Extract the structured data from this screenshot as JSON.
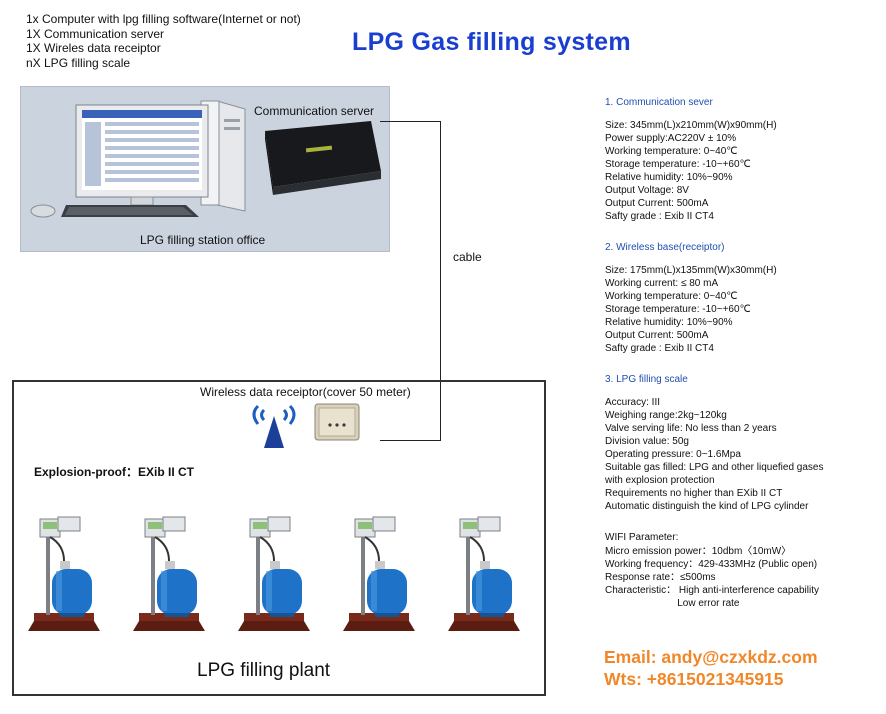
{
  "intro": {
    "lines": [
      "1x Computer with lpg filling software(Internet or not)",
      "1X Communication server",
      "1X Wireles data receiptor",
      "nX LPG filling scale"
    ]
  },
  "title": "LPG Gas filling system",
  "office": {
    "server_label": "Communication server",
    "office_label": "LPG filling station office"
  },
  "cable_label": "cable",
  "plant": {
    "receiver_label": "Wireless data receiptor(cover 50 meter)",
    "explosion_label": "Explosion-proof：EXib II CT",
    "plant_label": "LPG filling plant",
    "scale_count": 5
  },
  "specs": {
    "server": {
      "heading": "1. Communication sever",
      "lines": [
        "Size: 345mm(L)x210mm(W)x90mm(H)",
        "Power supply:AC220V ± 10%",
        "Working temperature: 0~40℃",
        "Storage temperature: -10~+60℃",
        "Relative humidity: 10%~90%",
        "Output Voltage: 8V",
        "Output Current: 500mA",
        "Safty grade : Exib II CT4"
      ]
    },
    "wireless": {
      "heading": "2. Wireless base(receiptor)",
      "lines": [
        "Size:  175mm(L)x135mm(W)x30mm(H)",
        "Working current:   ≤ 80 mA",
        "Working temperature: 0~40℃",
        "Storage temperature: -10~+60℃",
        "Relative humidity: 10%~90%",
        "Output Current: 500mA",
        "Safty grade : Exib II CT4"
      ]
    },
    "scale": {
      "heading": "3. LPG filling scale",
      "lines": [
        "Accuracy: III",
        "Weighing range:2kg~120kg",
        "Valve serving life: No less than 2 years",
        "Division value: 50g",
        "Operating pressure: 0~1.6Mpa",
        "Suitable gas filled: LPG and other liquefied gases",
        "with explosion protection",
        "Requirements no higher than EXib II CT",
        "Automatic distinguish the kind of LPG cylinder"
      ]
    },
    "wifi": {
      "heading": "WIFI Parameter:",
      "lines": [
        "Micro emission power：10dbm〈10mW〉",
        "Working frequency：429-433MHz (Public open)",
        "Response rate：≤500ms",
        "Characteristic： High anti-interference capability",
        "                          Low error rate"
      ]
    }
  },
  "contact": {
    "email": "Email: andy@czxkdz.com",
    "wts": "Wts: +8615021345915"
  },
  "colors": {
    "title": "#1a3fd0",
    "contact": "#f0882a",
    "office_bg": "#cbd3df",
    "cylinder": "#1e73c8",
    "antenna": "#1c5fc0"
  }
}
